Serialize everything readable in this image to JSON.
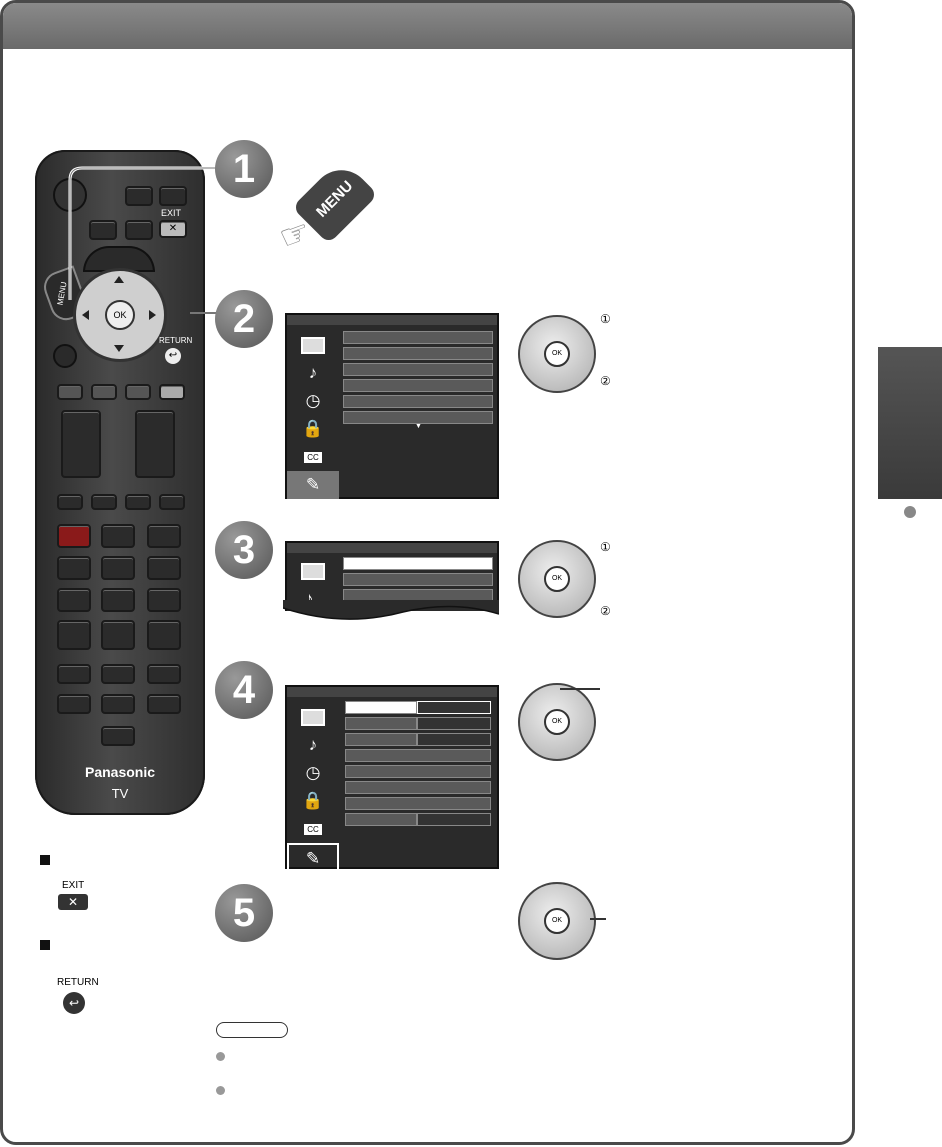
{
  "remote": {
    "exit_label": "EXIT",
    "menu_label": "MENU",
    "ok_label": "OK",
    "return_label": "RETURN",
    "brand": "Panasonic",
    "model": "TV"
  },
  "steps": [
    "1",
    "2",
    "3",
    "4",
    "5"
  ],
  "menu_press": {
    "label": "MENU"
  },
  "pad": {
    "ok_label": "OK",
    "mark1": "①",
    "mark2": "②"
  },
  "icons": [
    "picture-icon",
    "audio-icon",
    "timer-icon",
    "lock-icon",
    "cc-icon",
    "setup-icon"
  ],
  "cc_text": "CC",
  "legend": {
    "exit_label": "EXIT",
    "return_label": "RETURN"
  },
  "colors": {
    "topbar": "#777777",
    "sidetab": "#474747",
    "remote": "#3a3a3a"
  }
}
